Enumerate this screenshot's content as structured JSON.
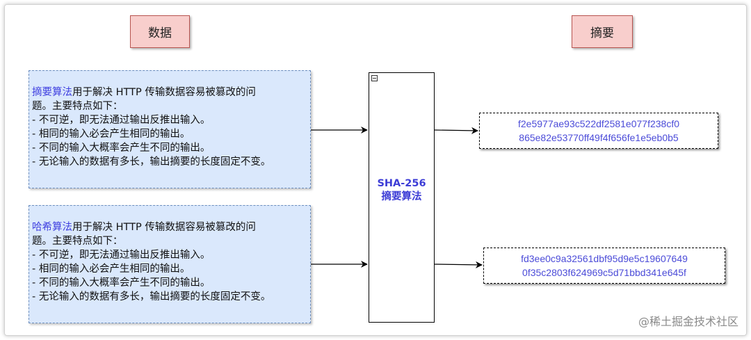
{
  "headers": {
    "data": "数据",
    "digest": "摘要"
  },
  "input_boxes": [
    {
      "title": "摘要算法",
      "lines": [
        "用于解决 HTTP 传输数据容易被篡改的问",
        "题。主要特点如下：",
        "- 不可逆，即无法通过输出反推出输入。",
        "- 相同的输入必会产生相同的输出。",
        "- 不同的输入大概率会产生不同的输出。",
        "- 无论输入的数据有多长，输出摘要的长度固定不变。"
      ]
    },
    {
      "title": "哈希算法",
      "lines": [
        "用于解决 HTTP 传输数据容易被篡改的问",
        "题。主要特点如下：",
        "- 不可逆，即无法通过输出反推出输入。",
        "- 相同的输入必会产生相同的输出。",
        "- 不同的输入大概率会产生不同的输出。",
        "- 无论输入的数据有多长，输出摘要的长度固定不变。"
      ]
    }
  ],
  "algorithm": {
    "line1": "SHA-256",
    "line2": "摘要算法"
  },
  "outputs": [
    {
      "line1": "f2e5977ae93c522df2581e077f238cf0",
      "line2": "865e82e53770ff49f4f656fe1e5eb0b5"
    },
    {
      "line1": "fd3ee0c9a32561dbf95d9e5c19607649",
      "line2": "0f35c2803f624969c5d71bbd341e645f"
    }
  ],
  "watermark": "@稀土掘金技术社区",
  "colors": {
    "header_fill": "#f8cecc",
    "header_border": "#b85450",
    "box_fill": "#dae8fc",
    "box_border": "#6c8ebf",
    "accent_text": "#3f3fe0"
  }
}
